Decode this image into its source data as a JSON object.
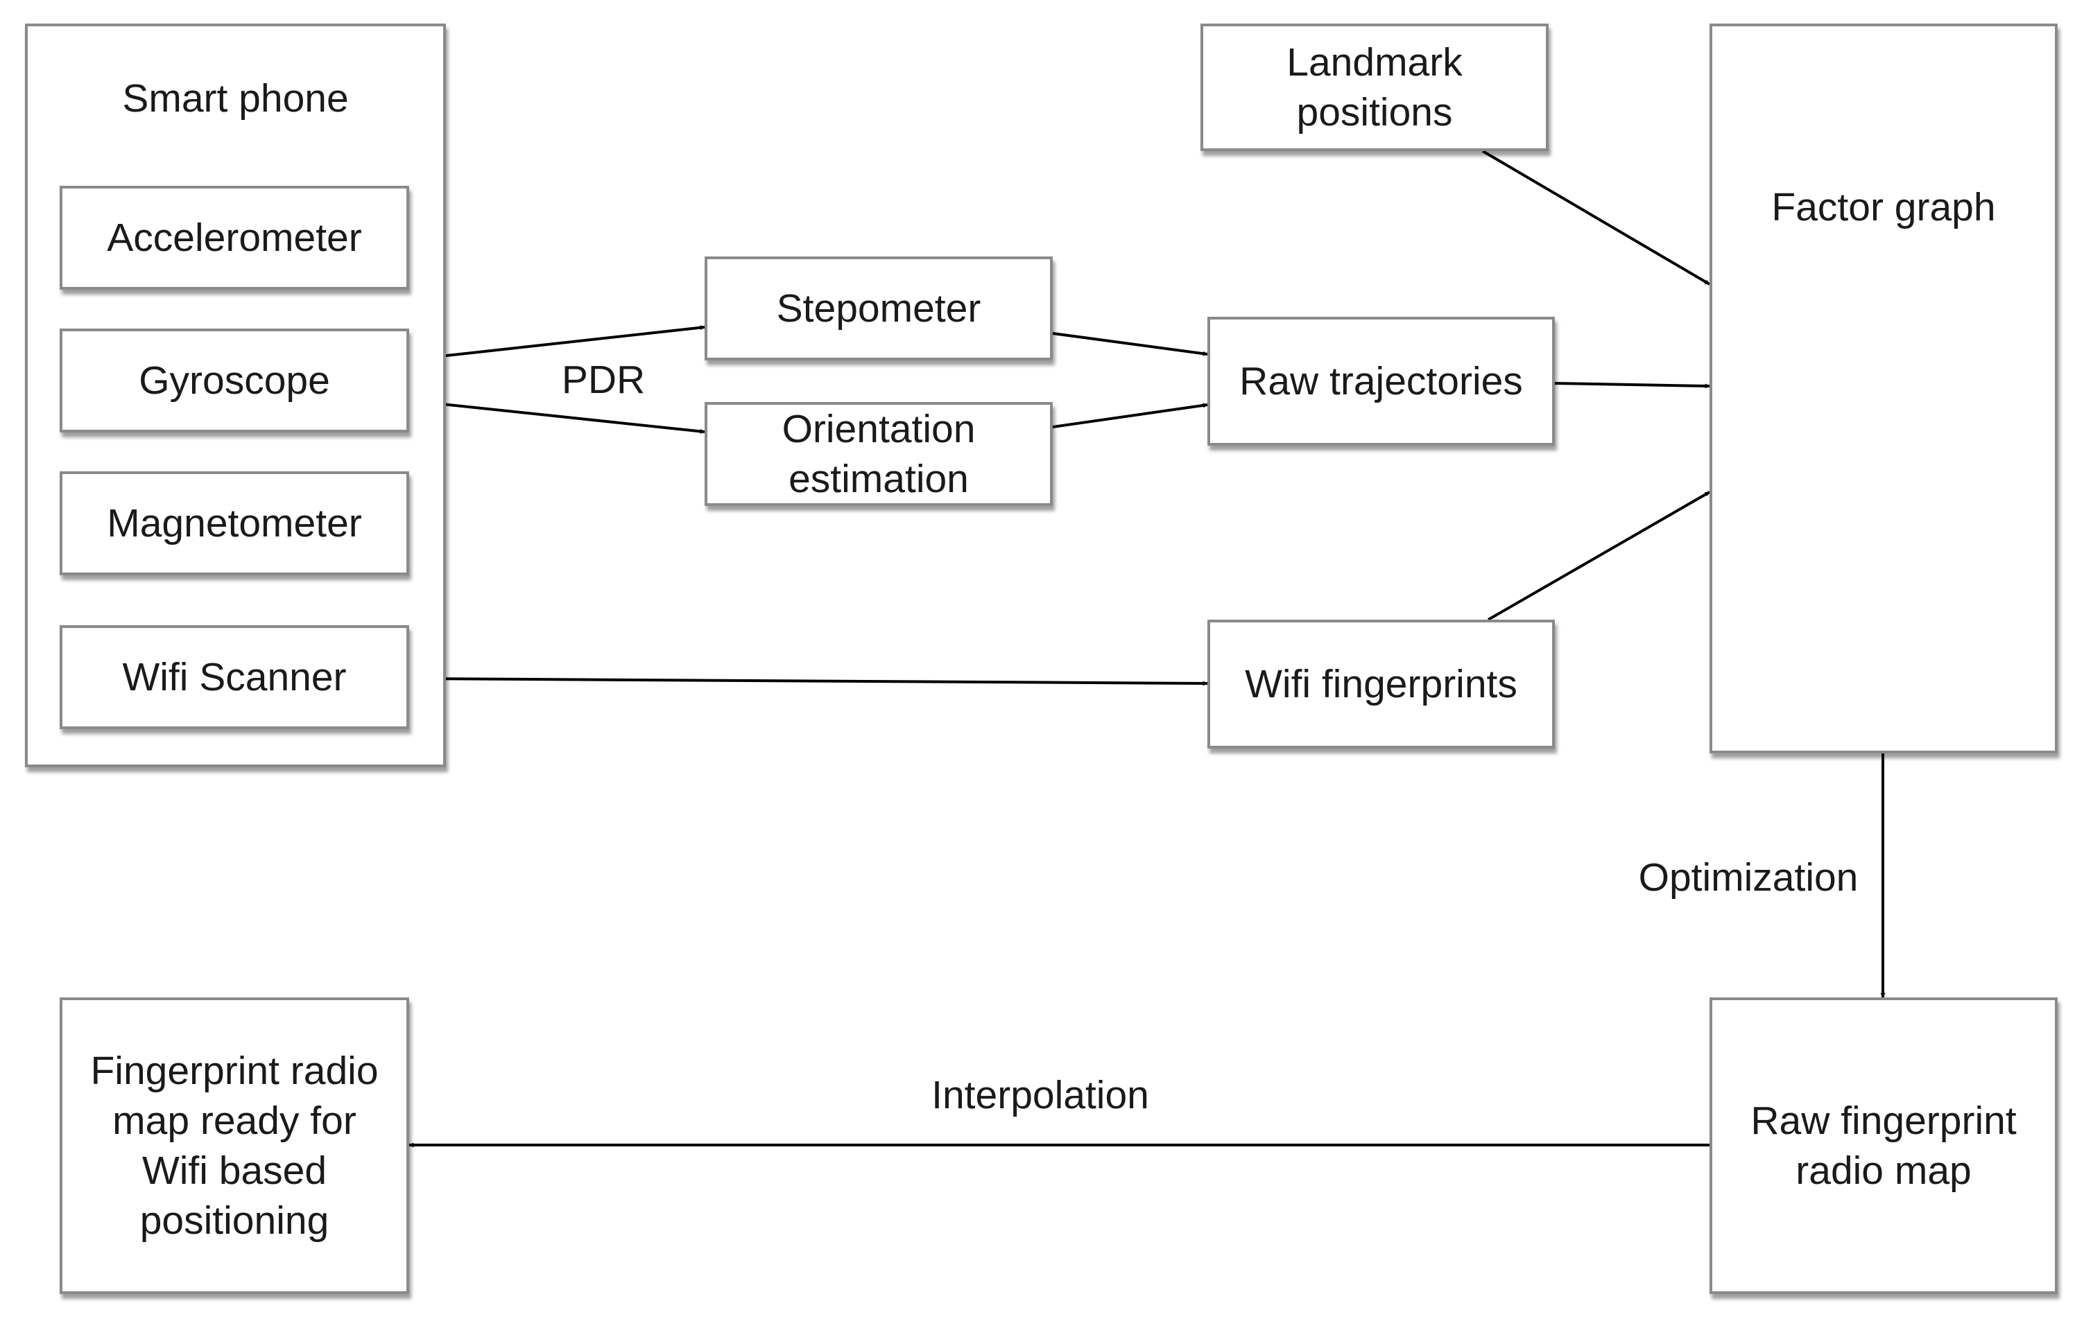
{
  "nodes": {
    "smart_phone": "Smart phone",
    "accelerometer": "Accelerometer",
    "gyroscope": "Gyroscope",
    "magnetometer": "Magnetometer",
    "wifi_scanner": "Wifi Scanner",
    "stepometer": "Stepometer",
    "orientation_estimation": "Orientation\nestimation",
    "landmark_positions": "Landmark\npositions",
    "raw_trajectories": "Raw trajectories",
    "wifi_fingerprints": "Wifi fingerprints",
    "factor_graph": "Factor graph",
    "raw_fingerprint_radio_map": "Raw fingerprint\nradio map",
    "fingerprint_radio_map_ready": "Fingerprint radio\nmap ready for\nWifi based\npositioning"
  },
  "edge_labels": {
    "pdr": "PDR",
    "optimization": "Optimization",
    "interpolation": "Interpolation"
  },
  "colors": {
    "box_border": "#8a8a8a",
    "arrow": "#000000",
    "text": "#1a1a1a"
  }
}
